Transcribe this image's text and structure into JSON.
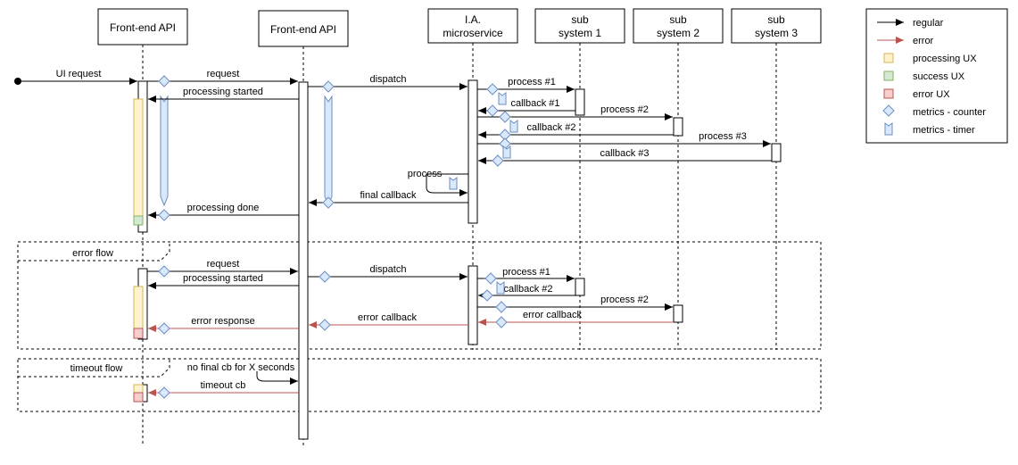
{
  "participants": [
    {
      "id": "fe1",
      "lines": [
        "Front-end API"
      ]
    },
    {
      "id": "fe2",
      "lines": [
        "Front-end API"
      ]
    },
    {
      "id": "ia",
      "lines": [
        "I.A.",
        "microservice"
      ]
    },
    {
      "id": "sub1",
      "lines": [
        "sub",
        "system 1"
      ]
    },
    {
      "id": "sub2",
      "lines": [
        "sub",
        "system 2"
      ]
    },
    {
      "id": "sub3",
      "lines": [
        "sub",
        "system 3"
      ]
    }
  ],
  "frames": {
    "error_flow": "error flow",
    "timeout_flow": "timeout flow"
  },
  "messages": {
    "ui_request": "UI request",
    "request": "request",
    "processing_started": "processing started",
    "dispatch": "dispatch",
    "process_1": "process #1",
    "callback_1": "callback #1",
    "process_2": "process #2",
    "callback_2": "callback #2",
    "process_3": "process #3",
    "callback_3": "callback #3",
    "process": "process",
    "final_callback": "final callback",
    "processing_done": "processing done",
    "err_request": "request",
    "err_processing_started": "processing started",
    "err_dispatch": "dispatch",
    "err_process_1": "process #1",
    "err_callback_2": "callback #2",
    "err_process_2": "process #2",
    "err_error_callback_sub": "error callback",
    "err_error_callback_ia": "error callback",
    "err_error_response": "error response",
    "to_no_final_cb": "no final cb for X seconds",
    "to_timeout_cb": "timeout cb"
  },
  "legend": {
    "items": [
      {
        "kind": "arrow-regular",
        "label": "regular"
      },
      {
        "kind": "arrow-error",
        "label": "error"
      },
      {
        "kind": "box-processing",
        "label": "processing UX"
      },
      {
        "kind": "box-success",
        "label": "success UX"
      },
      {
        "kind": "box-error",
        "label": "error UX"
      },
      {
        "kind": "diamond",
        "label": "metrics - counter"
      },
      {
        "kind": "timer",
        "label": "metrics - timer"
      }
    ]
  },
  "colors": {
    "regular": "#000000",
    "error": "#b85450",
    "processing_ux": "#fff2cc",
    "processing_ux_stroke": "#d6b656",
    "success_ux": "#d5e8d4",
    "success_ux_stroke": "#82b366",
    "error_ux": "#f8cecc",
    "error_ux_stroke": "#b85450",
    "metric_fill": "#dae8fc",
    "metric_stroke": "#6c8ebf"
  }
}
